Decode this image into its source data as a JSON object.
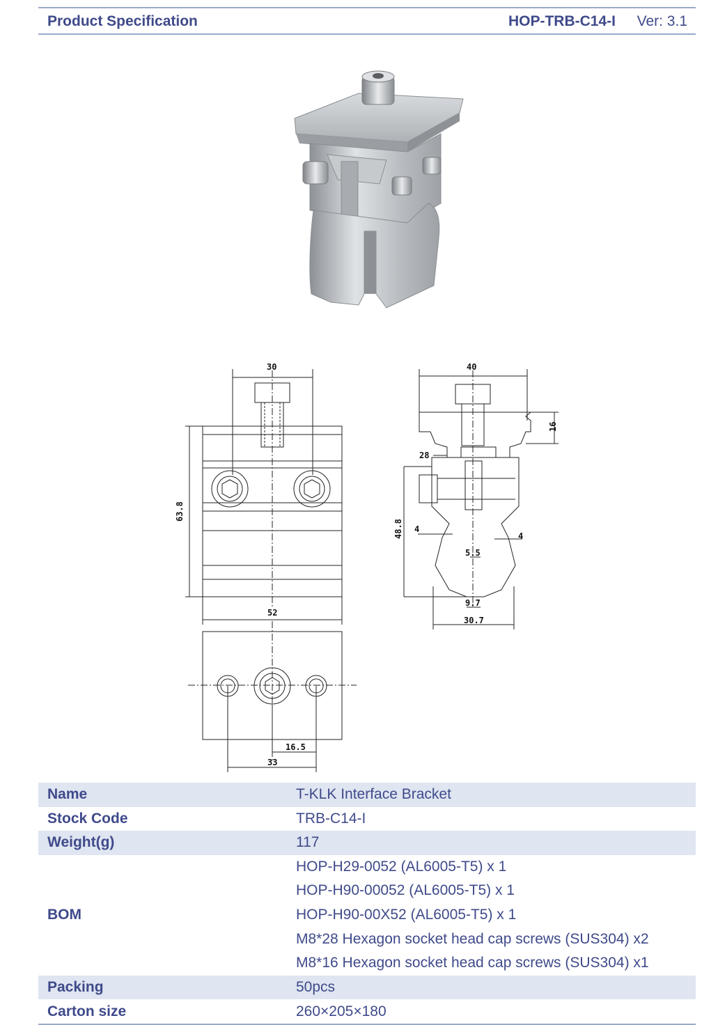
{
  "header": {
    "title": "Product Specification",
    "code": "HOP-TRB-C14-I",
    "version": "Ver: 3.1"
  },
  "drawing": {
    "dimensions": {
      "screw_width": "30",
      "height_front": "63.8",
      "width_front": "52",
      "top_width": "40",
      "top_height": "16",
      "slot": "28",
      "height_side": "48.8",
      "left_gap": "4",
      "right_gap": "4",
      "center_gap": "5.5",
      "bottom_inner": "9.7",
      "bottom_outer": "30.7",
      "hole_offset": "16.5",
      "hole_spacing": "33"
    }
  },
  "spec": {
    "name_label": "Name",
    "name_value": "T-KLK Interface Bracket",
    "stock_label": "Stock Code",
    "stock_value": "TRB-C14-I",
    "weight_label": "Weight(g)",
    "weight_value": "117",
    "bom_label": "BOM",
    "bom_items": [
      "HOP-H29-0052 (AL6005-T5) x 1",
      "HOP-H90-00052 (AL6005-T5) x 1",
      "HOP-H90-00X52 (AL6005-T5) x 1",
      "M8*28 Hexagon socket head cap screws (SUS304) x2",
      "M8*16 Hexagon socket head cap screws (SUS304) x1"
    ],
    "packing_label": "Packing",
    "packing_value": "50pcs",
    "carton_label": "Carton size",
    "carton_value": "260×205×180"
  }
}
